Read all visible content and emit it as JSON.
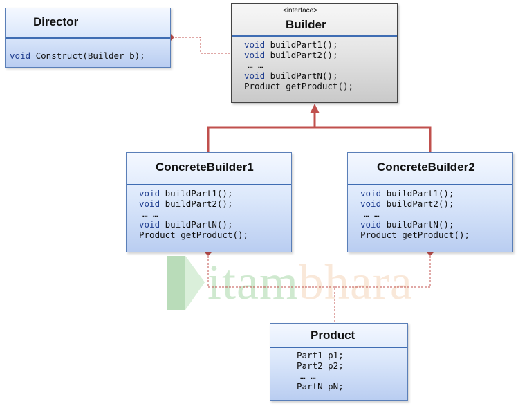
{
  "diagram": {
    "colors": {
      "box_border": "#5a7fb8",
      "divider": "#3f6db3",
      "interface_fill": "#dcdcdc",
      "class_fill": "#c8d8f5",
      "inheritance_line": "#c0504d",
      "association_line": "#c0504d"
    },
    "director": {
      "title": "Director",
      "members": [
        "void Construct(Builder b);"
      ]
    },
    "builder": {
      "stereotype": "<interface>",
      "title": "Builder",
      "members": [
        "void buildPart1();",
        "void buildPart2();",
        "… …",
        "void buildPartN();",
        "Product getProduct();"
      ]
    },
    "concrete_builder_1": {
      "title": "ConcreteBuilder1",
      "members": [
        "void buildPart1();",
        "void buildPart2();",
        "… …",
        "void buildPartN();",
        "Product getProduct();"
      ]
    },
    "concrete_builder_2": {
      "title": "ConcreteBuilder2",
      "members": [
        "void buildPart1();",
        "void buildPart2();",
        "… …",
        "void buildPartN();",
        "Product getProduct();"
      ]
    },
    "product": {
      "title": "Product",
      "members": [
        "Part1 p1;",
        "Part2 p2;",
        "… …",
        "PartN pN;"
      ]
    },
    "watermark": {
      "text_a": "itam",
      "text_b": "bhara",
      "logo_icon": "arrow-logo-icon"
    }
  }
}
